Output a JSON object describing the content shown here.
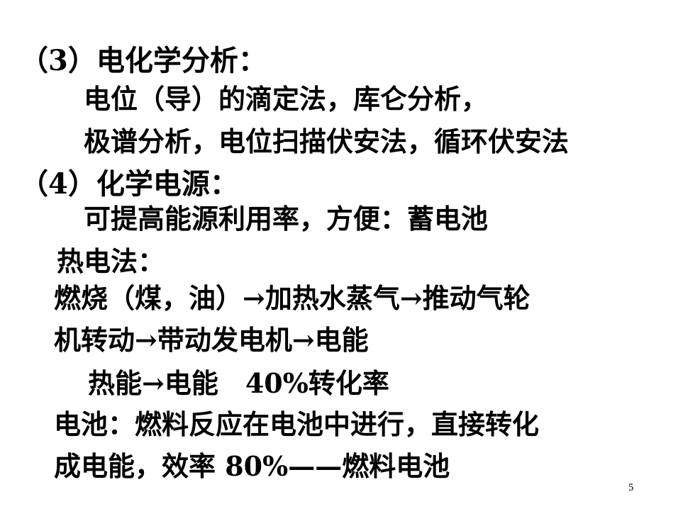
{
  "slide": {
    "lines": [
      "（3）电化学分析：",
      "电位（导）的滴定法，库仑分析，",
      "极谱分析，电位扫描伏安法，循环伏安法",
      "（4）化学电源：",
      "可提高能源利用率，方便：蓄电池",
      "热电法：",
      "燃烧（煤，油）→加热水蒸气→推动气轮",
      "机转动→带动发电机→电能",
      "热能→电能　40%转化率",
      "电池：燃料反应在电池中进行，直接转化",
      "成电能，效率 80%——燃料电池"
    ],
    "page_number": "5"
  }
}
